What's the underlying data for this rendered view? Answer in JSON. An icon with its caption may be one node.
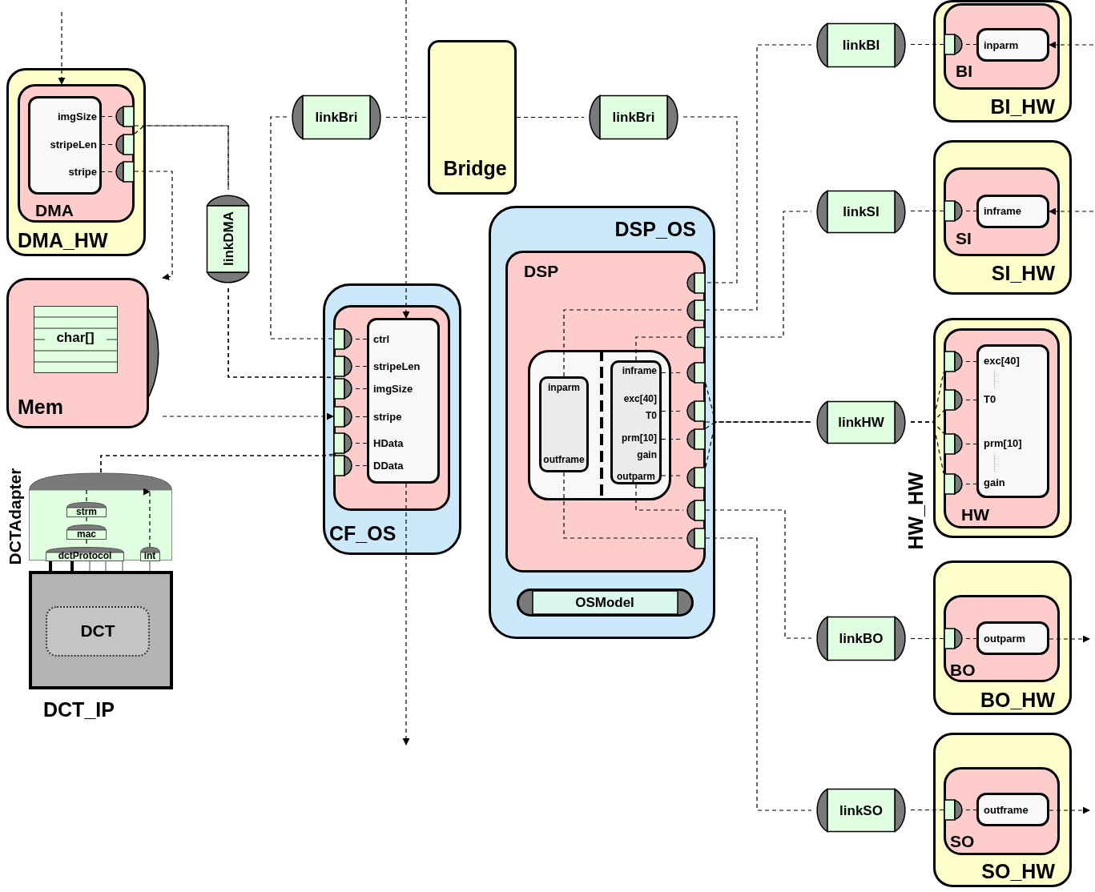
{
  "diagram": {
    "nodes": [
      {
        "text": [
          "DMA_HW"
        ]
      },
      {
        "text": [
          "DMA"
        ],
        "in": 0
      },
      {
        "text": [
          "imgSize",
          "stripeLen",
          "stripe"
        ],
        "in": 1
      },
      {
        "text": [],
        "shape": "port",
        "in": 1
      },
      {
        "text": [],
        "shape": "port",
        "in": 1
      },
      {
        "text": [],
        "shape": "port",
        "in": 1
      },
      {
        "text": [
          "Mem"
        ]
      },
      {
        "text": [
          "char[]"
        ],
        "in": 6
      },
      {
        "text": [
          "DCTAdapter"
        ]
      },
      {
        "text": [
          "strm"
        ],
        "in": 8
      },
      {
        "text": [
          "mac"
        ],
        "in": 8
      },
      {
        "text": [
          "dctProtocol"
        ],
        "in": 8
      },
      {
        "text": [
          "int"
        ],
        "in": 8
      },
      {
        "text": [
          "DCT_IP"
        ]
      },
      {
        "text": [
          "DCT"
        ],
        "in": 13
      },
      {
        "text": [
          "linkDMA"
        ]
      },
      {
        "text": [
          "linkBri"
        ]
      },
      {
        "text": [
          "Bridge"
        ]
      },
      {
        "text": [
          "linkBri"
        ]
      },
      {
        "text": [
          "CF_OS"
        ]
      },
      {
        "text": [],
        "shape": "box",
        "in": 19
      },
      {
        "text": [
          "ctrl",
          "stripeLen",
          "imgSize",
          "stripe",
          "HData",
          "DData"
        ],
        "in": 20
      },
      {
        "text": [],
        "shape": "port",
        "in": 20
      },
      {
        "text": [],
        "shape": "port",
        "in": 20
      },
      {
        "text": [],
        "shape": "port",
        "in": 20
      },
      {
        "text": [],
        "shape": "port",
        "in": 20
      },
      {
        "text": [],
        "shape": "port",
        "in": 20
      },
      {
        "text": [],
        "shape": "port",
        "in": 20
      },
      {
        "text": [
          "DSP_OS"
        ]
      },
      {
        "text": [
          "DSP"
        ],
        "in": 28
      },
      {
        "text": [],
        "shape": "box",
        "in": 29
      },
      {
        "text": [
          "inparm",
          "outframe"
        ],
        "in": 30
      },
      {
        "text": [
          "inframe",
          "exc[40]",
          "T0",
          "prm[10]",
          "gain",
          "outparm"
        ],
        "in": 30
      },
      {
        "text": [],
        "shape": "port",
        "in": 29
      },
      {
        "text": [],
        "shape": "port",
        "in": 29
      },
      {
        "text": [],
        "shape": "port",
        "in": 29
      },
      {
        "text": [],
        "shape": "port",
        "in": 29
      },
      {
        "text": [],
        "shape": "port",
        "in": 29
      },
      {
        "text": [],
        "shape": "port",
        "in": 29
      },
      {
        "text": [],
        "shape": "port",
        "in": 29
      },
      {
        "text": [],
        "shape": "port",
        "in": 29
      },
      {
        "text": [],
        "shape": "port",
        "in": 29
      },
      {
        "text": [
          "OSModel"
        ],
        "in": 28
      },
      {
        "text": [
          "linkBI"
        ]
      },
      {
        "text": [
          "BI_HW"
        ]
      },
      {
        "text": [
          "BI"
        ],
        "in": 44
      },
      {
        "text": [],
        "shape": "port",
        "in": 45
      },
      {
        "text": [
          "inparm"
        ],
        "in": 45
      },
      {
        "text": [
          "linkSI"
        ]
      },
      {
        "text": [
          "SI_HW"
        ]
      },
      {
        "text": [
          "SI"
        ],
        "in": 49
      },
      {
        "text": [],
        "shape": "port",
        "in": 50
      },
      {
        "text": [
          "inframe"
        ],
        "in": 50
      },
      {
        "text": [
          "linkHW"
        ]
      },
      {
        "text": [
          "HW_HW"
        ]
      },
      {
        "text": [
          "HW"
        ],
        "in": 54
      },
      {
        "text": [],
        "shape": "port",
        "in": 55
      },
      {
        "text": [],
        "shape": "port",
        "in": 55
      },
      {
        "text": [],
        "shape": "port",
        "in": 55
      },
      {
        "text": [],
        "shape": "port",
        "in": 55
      },
      {
        "text": [
          "exc[40]",
          "T0",
          "prm[10]",
          "gain"
        ],
        "in": 55
      },
      {
        "text": [
          "linkBO"
        ]
      },
      {
        "text": [
          "BO_HW"
        ]
      },
      {
        "text": [
          "BO"
        ],
        "in": 62
      },
      {
        "text": [],
        "shape": "port",
        "in": 63
      },
      {
        "text": [
          "outparm"
        ],
        "in": 63
      },
      {
        "text": [
          "linkSO"
        ]
      },
      {
        "text": [
          "SO_HW"
        ]
      },
      {
        "text": [
          "SO"
        ],
        "in": 67
      },
      {
        "text": [],
        "shape": "port",
        "in": 68
      },
      {
        "text": [
          "outframe"
        ],
        "in": 68
      }
    ],
    "edges": [
      {
        "from": null,
        "to": 1,
        "arrow": "to",
        "style": "dashed"
      },
      {
        "from": 3,
        "to": 15,
        "arrow": "none",
        "style": "dashed"
      },
      {
        "from": 4,
        "to": 15,
        "arrow": "none",
        "style": "dashed"
      },
      {
        "from": 5,
        "to": 6,
        "arrow": "to",
        "style": "dashed"
      },
      {
        "from": 15,
        "to": 23,
        "arrow": "none",
        "style": "dashed"
      },
      {
        "from": 15,
        "to": 24,
        "arrow": "none",
        "style": "dashed"
      },
      {
        "from": 6,
        "to": 25,
        "arrow": "to",
        "style": "dashed"
      },
      {
        "from": 16,
        "to": 22,
        "arrow": "none",
        "style": "dashed"
      },
      {
        "from": 16,
        "to": 17,
        "arrow": "none",
        "style": "dashed"
      },
      {
        "from": 17,
        "to": 18,
        "arrow": "none",
        "style": "dashed"
      },
      {
        "from": 18,
        "to": 33,
        "arrow": "none",
        "style": "dashed"
      },
      {
        "from": null,
        "to": 21,
        "arrow": "to",
        "style": "dashed"
      },
      {
        "from": 21,
        "to": null,
        "arrow": "to",
        "style": "dashed"
      },
      {
        "from": 8,
        "to": 26,
        "arrow": "none",
        "style": "dashed"
      },
      {
        "from": 8,
        "to": 27,
        "arrow": "none",
        "style": "dashed"
      },
      {
        "from": 12,
        "to": 8,
        "arrow": "to",
        "style": "dashed"
      },
      {
        "from": 8,
        "to": 9,
        "arrow": "none",
        "style": "dashed"
      },
      {
        "from": 9,
        "to": 10,
        "arrow": "none",
        "style": "dashed"
      },
      {
        "from": 10,
        "to": 11,
        "arrow": "none",
        "style": "dashed"
      },
      {
        "from": 31,
        "to": 34,
        "arrow": "none",
        "style": "dashed"
      },
      {
        "from": 34,
        "to": 43,
        "arrow": "none",
        "style": "dashed"
      },
      {
        "from": 31,
        "to": 41,
        "arrow": "none",
        "style": "dashed"
      },
      {
        "from": 41,
        "to": 66,
        "arrow": "none",
        "style": "dashed"
      },
      {
        "from": 32,
        "to": 35,
        "arrow": "none",
        "style": "dashed"
      },
      {
        "from": 35,
        "to": 48,
        "arrow": "none",
        "style": "dashed"
      },
      {
        "from": 32,
        "to": 40,
        "arrow": "none",
        "style": "dashed"
      },
      {
        "from": 40,
        "to": 61,
        "arrow": "none",
        "style": "dashed"
      },
      {
        "from": 32,
        "to": 36,
        "arrow": "none",
        "style": "dashed"
      },
      {
        "from": 32,
        "to": 37,
        "arrow": "none",
        "style": "dashed"
      },
      {
        "from": 32,
        "to": 38,
        "arrow": "none",
        "style": "dashed"
      },
      {
        "from": 32,
        "to": 39,
        "arrow": "none",
        "style": "dashed"
      },
      {
        "from": 36,
        "to": 53,
        "arrow": "none",
        "style": "dashed"
      },
      {
        "from": 37,
        "to": 53,
        "arrow": "none",
        "style": "dashed"
      },
      {
        "from": 38,
        "to": 53,
        "arrow": "none",
        "style": "dashed"
      },
      {
        "from": 39,
        "to": 53,
        "arrow": "none",
        "style": "dashed"
      },
      {
        "from": 53,
        "to": 56,
        "arrow": "none",
        "style": "dashed"
      },
      {
        "from": 53,
        "to": 57,
        "arrow": "none",
        "style": "dashed"
      },
      {
        "from": 53,
        "to": 58,
        "arrow": "none",
        "style": "dashed"
      },
      {
        "from": 53,
        "to": 59,
        "arrow": "none",
        "style": "dashed"
      },
      {
        "from": 56,
        "to": 60,
        "arrow": "none",
        "style": "dashed"
      },
      {
        "from": 57,
        "to": 60,
        "arrow": "none",
        "style": "dashed"
      },
      {
        "from": 58,
        "to": 60,
        "arrow": "none",
        "style": "dashed"
      },
      {
        "from": 59,
        "to": 60,
        "arrow": "none",
        "style": "dashed"
      },
      {
        "from": 43,
        "to": 46,
        "arrow": "none",
        "style": "dashed"
      },
      {
        "from": 46,
        "to": 47,
        "arrow": "none",
        "style": "dashed"
      },
      {
        "from": null,
        "to": 47,
        "arrow": "to",
        "style": "dashed"
      },
      {
        "from": 48,
        "to": 51,
        "arrow": "none",
        "style": "dashed"
      },
      {
        "from": 51,
        "to": 52,
        "arrow": "none",
        "style": "dashed"
      },
      {
        "from": null,
        "to": 52,
        "arrow": "to",
        "style": "dashed"
      },
      {
        "from": 61,
        "to": 64,
        "arrow": "none",
        "style": "dashed"
      },
      {
        "from": 64,
        "to": 65,
        "arrow": "none",
        "style": "dashed"
      },
      {
        "from": 65,
        "to": null,
        "arrow": "to",
        "style": "dashed"
      },
      {
        "from": 66,
        "to": 69,
        "arrow": "none",
        "style": "dashed"
      },
      {
        "from": 69,
        "to": 70,
        "arrow": "none",
        "style": "dashed"
      },
      {
        "from": 70,
        "to": null,
        "arrow": "to",
        "style": "dashed"
      },
      {
        "from": 3,
        "to": 2,
        "arrow": "none",
        "style": "dashed"
      },
      {
        "from": 4,
        "to": 2,
        "arrow": "none",
        "style": "dashed"
      },
      {
        "from": 5,
        "to": 2,
        "arrow": "none",
        "style": "dashed"
      },
      {
        "from": 22,
        "to": 21,
        "arrow": "none",
        "style": "dashed"
      },
      {
        "from": 23,
        "to": 21,
        "arrow": "none",
        "style": "dashed"
      },
      {
        "from": 24,
        "to": 21,
        "arrow": "none",
        "style": "dashed"
      },
      {
        "from": 25,
        "to": 21,
        "arrow": "none",
        "style": "dashed"
      },
      {
        "from": 26,
        "to": 21,
        "arrow": "none",
        "style": "dashed"
      },
      {
        "from": 27,
        "to": 21,
        "arrow": "none",
        "style": "dashed"
      },
      {
        "from": 11,
        "to": 13,
        "arrow": "none",
        "style": "thick"
      },
      {
        "from": 11,
        "to": 13,
        "arrow": "none",
        "style": "thick"
      },
      {
        "from": 11,
        "to": 13,
        "arrow": "none",
        "color": "#666666"
      },
      {
        "from": 11,
        "to": 13,
        "arrow": "none",
        "color": "#666666"
      },
      {
        "from": 11,
        "to": 13,
        "arrow": "none",
        "color": "#666666"
      },
      {
        "from": 12,
        "to": 13,
        "arrow": "none",
        "color": "#666666"
      }
    ]
  }
}
